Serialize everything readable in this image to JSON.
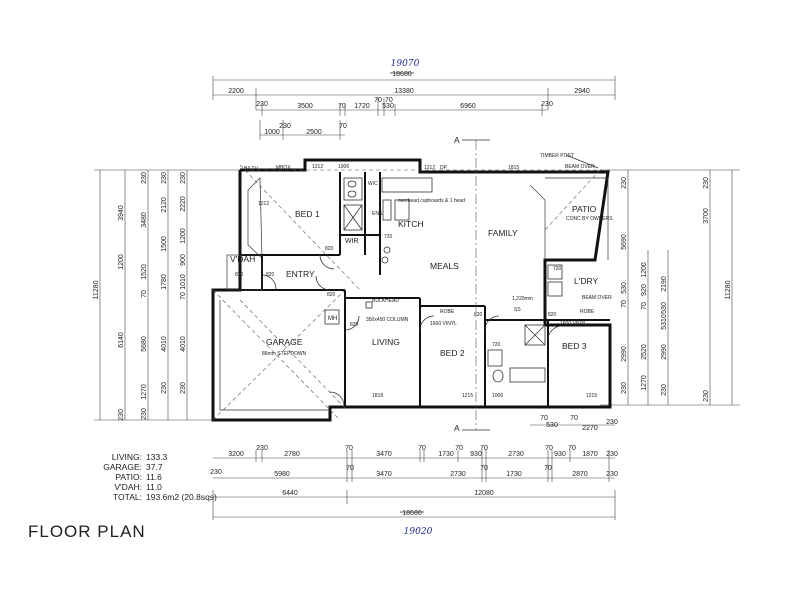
{
  "title": "FLOOR PLAN",
  "overall": {
    "top_struck": "18680",
    "top_hand": "19070",
    "bottom_struck": "18680",
    "bottom_hand": "19020"
  },
  "top_dims": {
    "row1": [
      "2200",
      "13380",
      "2940"
    ],
    "row2": [
      "230",
      "3500",
      "70",
      "70",
      "70",
      "1720",
      "530",
      "6960",
      "230"
    ],
    "row3": [
      "1000",
      "230",
      "2500",
      "70"
    ]
  },
  "left_dims": {
    "outer": [
      "11280"
    ],
    "mid": [
      "3940",
      "1200",
      "6140",
      "230"
    ],
    "inner": [
      "230",
      "3480",
      "1520",
      "70",
      "5680",
      "1270",
      "230"
    ],
    "inner2": [
      "230",
      "2120",
      "1500",
      "1780",
      "4010",
      "230"
    ],
    "inner3": [
      "230",
      "2220",
      "1200",
      "900",
      "1010",
      "70",
      "4010",
      "230"
    ]
  },
  "right_dims": {
    "a": [
      "230",
      "3700",
      "5690",
      "2190",
      "530",
      "2990",
      "230"
    ],
    "b": [
      "11280"
    ],
    "c": [
      "1200",
      "920",
      "70",
      "2520",
      "1270",
      "230"
    ],
    "d": [
      "230",
      "530",
      "70",
      "5310",
      "2990",
      "230"
    ]
  },
  "bottom_dims": {
    "row0": [
      "70",
      "70",
      "530",
      "2270",
      "230"
    ],
    "row1": [
      "3200",
      "230",
      "2780",
      "70",
      "3470",
      "70",
      "1730",
      "70",
      "930",
      "70",
      "2730",
      "70",
      "930",
      "70",
      "1870",
      "230"
    ],
    "row2": [
      "230",
      "5980",
      "70",
      "3470",
      "2730",
      "70",
      "1730",
      "70",
      "2870",
      "230"
    ],
    "row3": [
      "6440",
      "12080"
    ]
  },
  "rooms": {
    "bed1": "BED 1",
    "family": "FAMILY",
    "patio": "PATIO",
    "meals": "MEALS",
    "entry": "ENTRY",
    "vdah": "V'DAH",
    "garage": "GARAGE",
    "living": "LIVING",
    "bed2": "BED 2",
    "bed3": "BED 3",
    "kitch": "KITCH",
    "wir": "WIR",
    "ens": "ENS",
    "wc": "W/C",
    "l_dry": "L'DRY",
    "mh": "MH"
  },
  "notes": {
    "timber_post": "TIMBER POST",
    "beam_over_top": "BEAM OVER",
    "beam_over_right": "BEAM OVER",
    "patio_slab": "CONC BY OWNERS",
    "garage_step": "86mm STEPDOWN",
    "bulkhead": "BULKHEAD",
    "column": "350x450 COLUMN",
    "vinyl1": "1600 VINYL",
    "vinyl2": "1600 VINYL",
    "robe": "ROBE",
    "robe2": "ROBE",
    "overhead": "overhead cupboards & 1 head",
    "width_1220": "1,220mm",
    "section_a": "A",
    "dp": "DP",
    "mbox": "MBOX",
    "ss": "SS",
    "bi_tv": "B/I TV"
  },
  "areas": [
    {
      "label": "LIVING:",
      "value": "133.3"
    },
    {
      "label": "GARAGE:",
      "value": "37.7"
    },
    {
      "label": "PATIO:",
      "value": "11.6"
    },
    {
      "label": "V'DAH:",
      "value": "11.0"
    },
    {
      "label": "TOTAL:",
      "value": "193.6m2 (20.8sqs)"
    }
  ],
  "doors": [
    "820",
    "820",
    "820",
    "820",
    "820",
    "820",
    "820",
    "720",
    "720",
    "720"
  ],
  "openings": [
    "1212",
    "1006",
    "1212",
    "1815",
    "1818",
    "1215",
    "1006",
    "1215",
    "1212"
  ]
}
